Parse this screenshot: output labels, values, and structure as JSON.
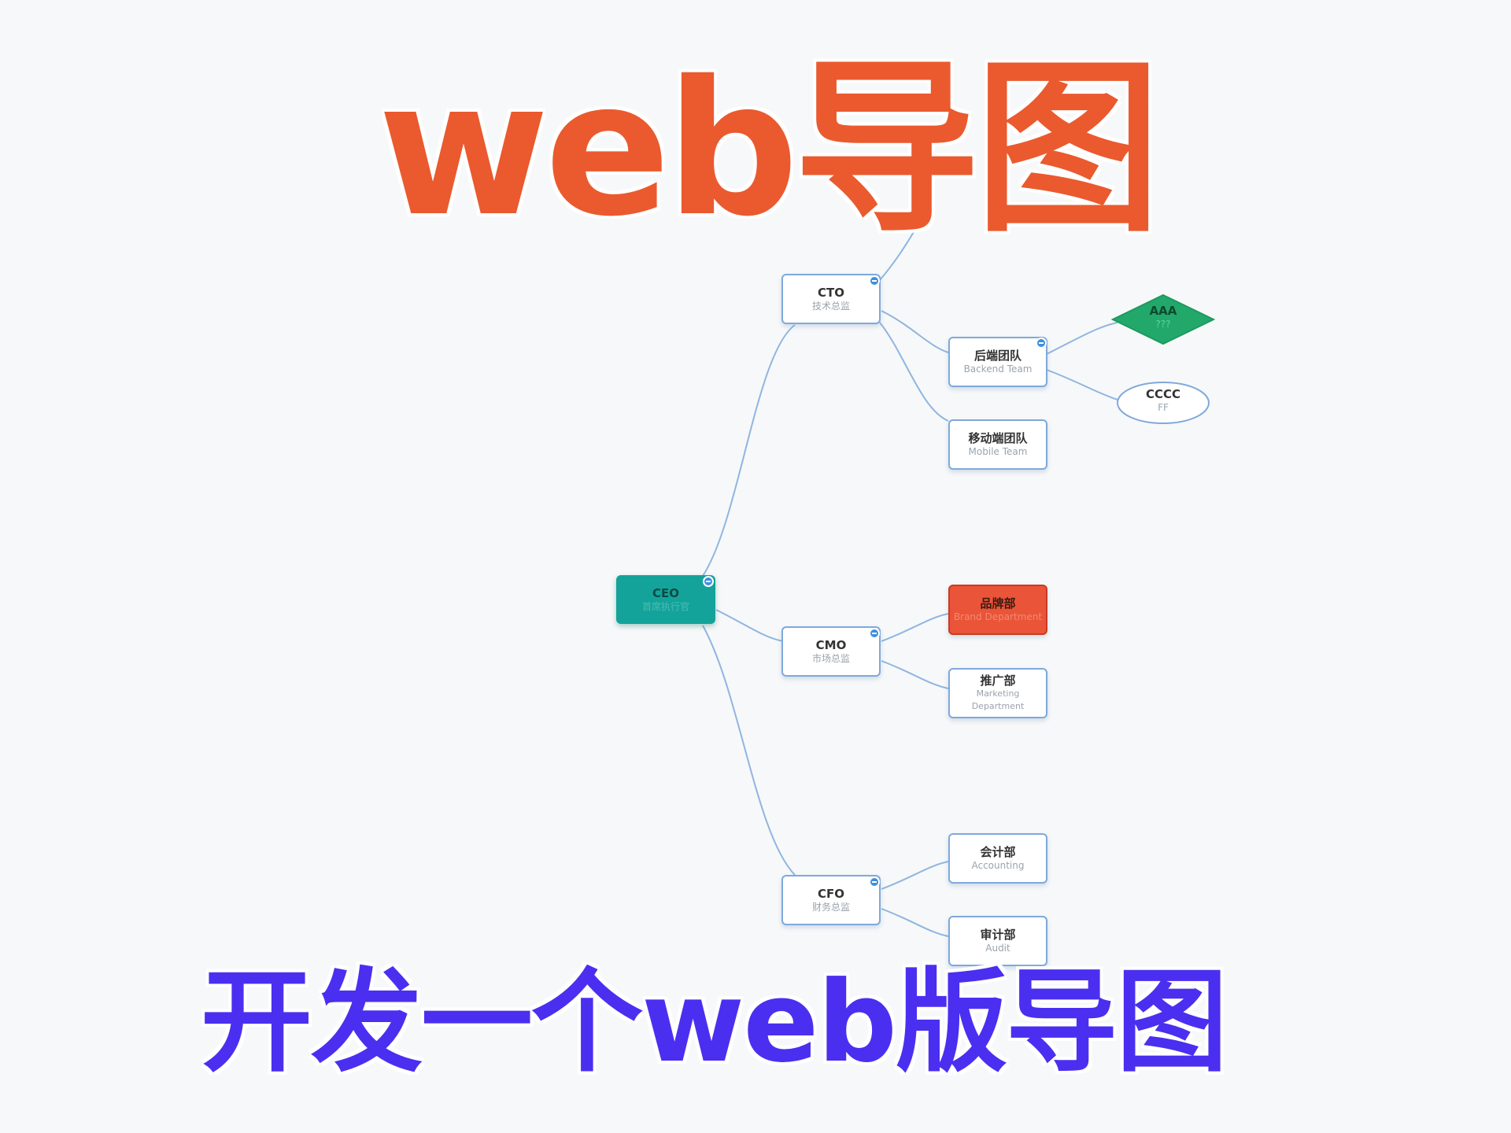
{
  "overlay": {
    "headline": "web导图",
    "subline": "开发一个web版导图"
  },
  "colors": {
    "headline": "#ea5a2e",
    "subline": "#4a2ff0",
    "edge": "#8fb6e0",
    "node_border": "#7fa9db",
    "ceo_fill": "#14a39a",
    "brand_fill": "#ea5438",
    "diamond_fill": "#22a86a",
    "toggle": "#3d8fe0"
  },
  "nodes": {
    "ceo": {
      "title": "CEO",
      "subtitle": "首席执行官"
    },
    "cto": {
      "title": "CTO",
      "subtitle": "技术总监"
    },
    "cmo": {
      "title": "CMO",
      "subtitle": "市场总监"
    },
    "cfo": {
      "title": "CFO",
      "subtitle": "财务总监"
    },
    "backend": {
      "title": "后端团队",
      "subtitle": "Backend Team"
    },
    "mobile": {
      "title": "移动端团队",
      "subtitle": "Mobile Team"
    },
    "brand": {
      "title": "品牌部",
      "subtitle": "Brand Department"
    },
    "marketing": {
      "title": "推广部",
      "subtitle": "Marketing Department"
    },
    "accounting": {
      "title": "会计部",
      "subtitle": "Accounting"
    },
    "audit": {
      "title": "审计部",
      "subtitle": "Audit"
    },
    "aaa": {
      "title": "AAA",
      "subtitle": "???"
    },
    "cccc": {
      "title": "CCCC",
      "subtitle": "FF"
    }
  },
  "icons": {
    "collapse_toggle": "minus-circle-icon"
  }
}
